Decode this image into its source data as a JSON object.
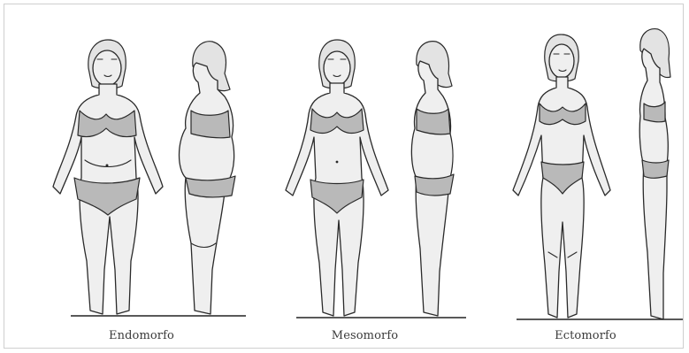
{
  "figure": {
    "panels": [
      {
        "label": "Endomorfo"
      },
      {
        "label": "Mesomorfo"
      },
      {
        "label": "Ectomorfo"
      }
    ]
  },
  "colors": {
    "ink": "#2a2a2a",
    "skin": "#efefef",
    "clothing": "#b9b9b9",
    "background": "#ffffff"
  }
}
